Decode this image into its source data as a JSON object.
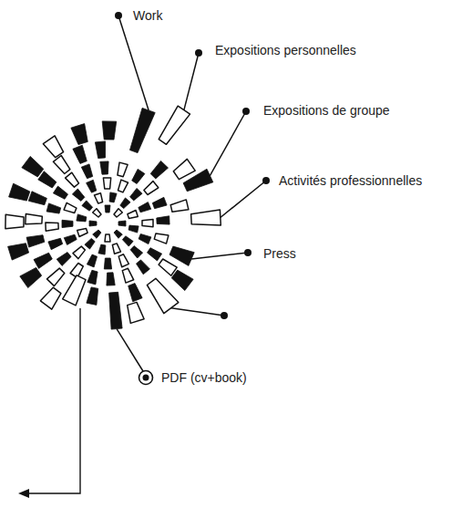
{
  "diagram": {
    "labels": [
      "Work",
      "Expositions personnelles",
      "Expositions de groupe",
      "Activités professionnelles",
      "Press",
      "PDF (cv+book)"
    ]
  }
}
